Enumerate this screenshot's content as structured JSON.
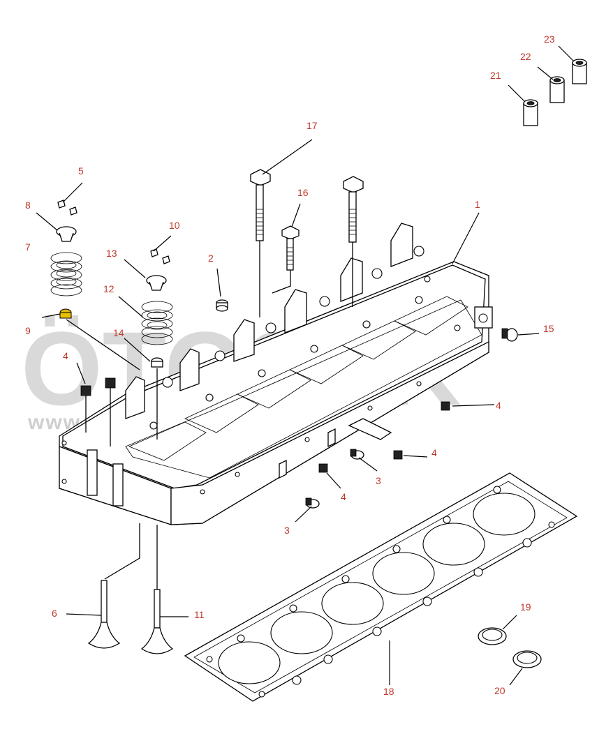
{
  "watermark": {
    "brand": "ÖTOSEK",
    "url": "www.otosekparcalari.com.tr"
  },
  "callouts": [
    {
      "id": "c1",
      "label": "1"
    },
    {
      "id": "c2",
      "label": "2"
    },
    {
      "id": "c3a",
      "label": "3"
    },
    {
      "id": "c3b",
      "label": "3"
    },
    {
      "id": "c4a",
      "label": "4"
    },
    {
      "id": "c4b",
      "label": "4"
    },
    {
      "id": "c4c",
      "label": "4"
    },
    {
      "id": "c4d",
      "label": "4"
    },
    {
      "id": "c5",
      "label": "5"
    },
    {
      "id": "c6",
      "label": "6"
    },
    {
      "id": "c7",
      "label": "7"
    },
    {
      "id": "c8",
      "label": "8"
    },
    {
      "id": "c9",
      "label": "9"
    },
    {
      "id": "c10",
      "label": "10"
    },
    {
      "id": "c11",
      "label": "11"
    },
    {
      "id": "c12",
      "label": "12"
    },
    {
      "id": "c13",
      "label": "13"
    },
    {
      "id": "c14",
      "label": "14"
    },
    {
      "id": "c15",
      "label": "15"
    },
    {
      "id": "c16",
      "label": "16"
    },
    {
      "id": "c17",
      "label": "17"
    },
    {
      "id": "c18",
      "label": "18"
    },
    {
      "id": "c19",
      "label": "19"
    },
    {
      "id": "c20",
      "label": "20"
    },
    {
      "id": "c21",
      "label": "21"
    },
    {
      "id": "c22",
      "label": "22"
    },
    {
      "id": "c23",
      "label": "23"
    }
  ]
}
